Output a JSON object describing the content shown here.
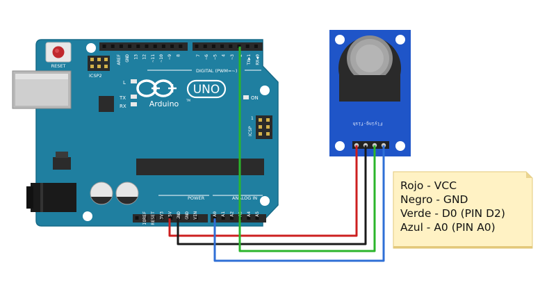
{
  "board": {
    "reset_label": "RESET",
    "icsp2_label": "ICSP2",
    "icsp_label": "ICSP",
    "led_l": "L",
    "led_tx": "TX",
    "led_rx": "RX",
    "on_label": "ON",
    "brand": "Arduino",
    "model": "UNO",
    "tm": "TM",
    "digital_label": "DIGITAL (PWM=~)",
    "power_label": "POWER",
    "analog_label": "ANALOG IN",
    "icsp_pin1": "1",
    "digital_pins": [
      "AREF",
      "GND",
      "13",
      "12",
      "~11",
      "~10",
      "~9",
      "8",
      "7",
      "~6",
      "~5",
      "4",
      "~3",
      "2",
      "TX▶1",
      "RX◀0"
    ],
    "power_pins": [
      "IOREF",
      "RESET",
      "3V3",
      "5V",
      "GND",
      "GND",
      "VIN"
    ],
    "analog_pins": [
      "A0",
      "A1",
      "A2",
      "A3",
      "A4",
      "A5"
    ]
  },
  "sensor": {
    "brand_label": "Flying-fish"
  },
  "wires": [
    {
      "name": "rojo",
      "color": "#cc1f1f"
    },
    {
      "name": "negro",
      "color": "#1a1a1a"
    },
    {
      "name": "verde",
      "color": "#2bb52b"
    },
    {
      "name": "azul",
      "color": "#2f6fd6"
    }
  ],
  "note": {
    "lines": [
      "Rojo - VCC",
      "Negro - GND",
      "Verde - D0 (PIN D2)",
      "Azul - A0 (PIN A0)"
    ],
    "background": "#fff2c4"
  },
  "colors": {
    "board": "#1f7fa0",
    "board_dark": "#176a87",
    "sensor": "#1f55c8"
  }
}
